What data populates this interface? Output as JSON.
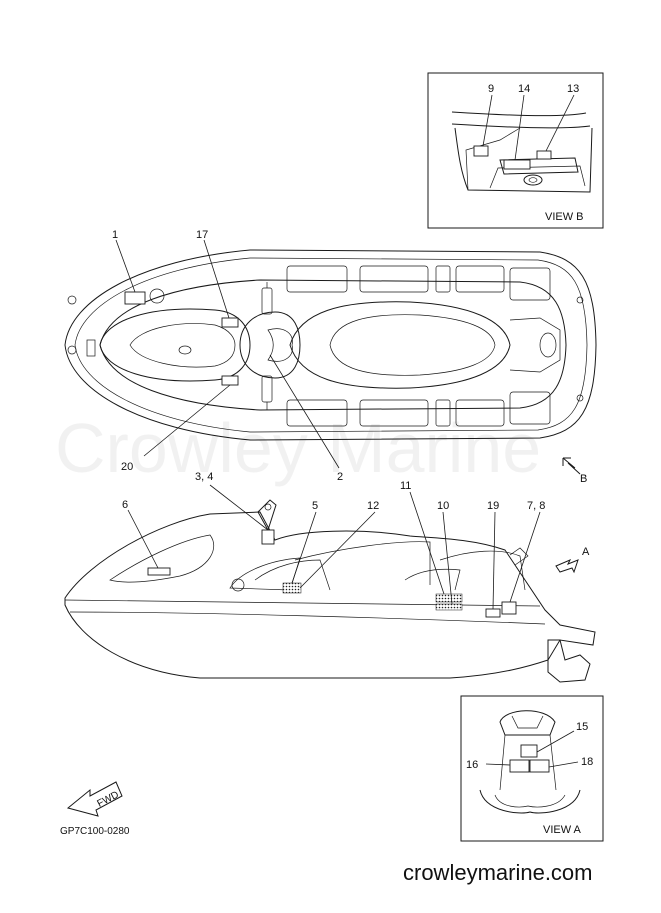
{
  "views": {
    "view_b_label": "VIEW B",
    "view_a_label": "VIEW A",
    "arrow_a_label": "A",
    "arrow_b_label": "B"
  },
  "callouts": {
    "c1": "1",
    "c2": "2",
    "c3_4": "3, 4",
    "c5": "5",
    "c6": "6",
    "c7_8": "7, 8",
    "c9": "9",
    "c10": "10",
    "c11": "11",
    "c12": "12",
    "c13": "13",
    "c14": "14",
    "c15": "15",
    "c16": "16",
    "c17": "17",
    "c18": "18",
    "c19": "19",
    "c20": "20"
  },
  "fwd_label": "FWD",
  "diagram_code": "GP7C100-0280",
  "watermark": "Crowley Marine",
  "site_url": "crowleymarine.com"
}
